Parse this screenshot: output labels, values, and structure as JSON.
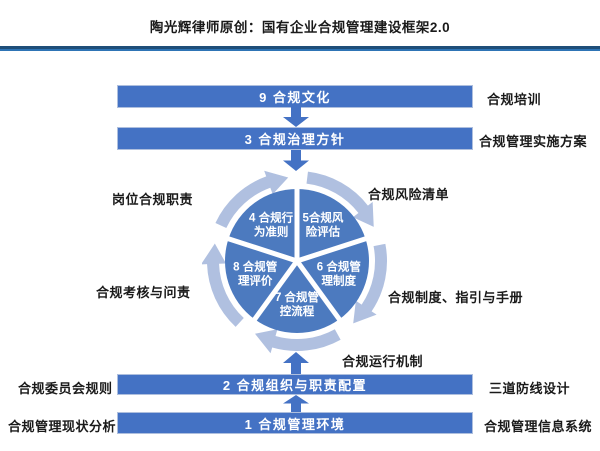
{
  "title": "陶光辉律师原创：国有企业合规管理建设框架2.0",
  "colors": {
    "bar_fill": "#4472C4",
    "bar_border": "#AEBFDE",
    "bar_text": "#FFFFFF",
    "flow_arrow": "#4472C4",
    "wedge_fill": "#4C7ABF",
    "cycle_ring": "#B0C0E0",
    "divider_dark": "#1F4E79",
    "divider_light": "#2E74B5",
    "label_text": "#1A1A1A"
  },
  "bars": [
    {
      "label": "9 合规文化",
      "right_label": "合规培训"
    },
    {
      "label": "3 合规治理方针",
      "right_label": "合规管理实施方案"
    },
    {
      "label": "2 合规组织与职责配置",
      "left_label": "合规委员会规则",
      "right_label": "三道防线设计"
    },
    {
      "label": "1  合规管理环境",
      "left_label": "合规管理现状分析",
      "right_label": "合规管理信息系统"
    }
  ],
  "pie": {
    "slices": [
      {
        "line1": "5合规风",
        "line2": "险评估"
      },
      {
        "line1": "6 合规管",
        "line2": "理制度"
      },
      {
        "line1": "7 合规管",
        "line2": "控流程"
      },
      {
        "line1": "8 合规管",
        "line2": "理评价"
      },
      {
        "line1": "4 合规行",
        "line2": "为准则"
      }
    ],
    "around_labels": {
      "top_left": "岗位合规职责",
      "top_right": "合规风险清单",
      "mid_left": "合规考核与问责",
      "mid_right": "合规制度、指引与手册",
      "bottom_right": "合规运行机制"
    }
  }
}
